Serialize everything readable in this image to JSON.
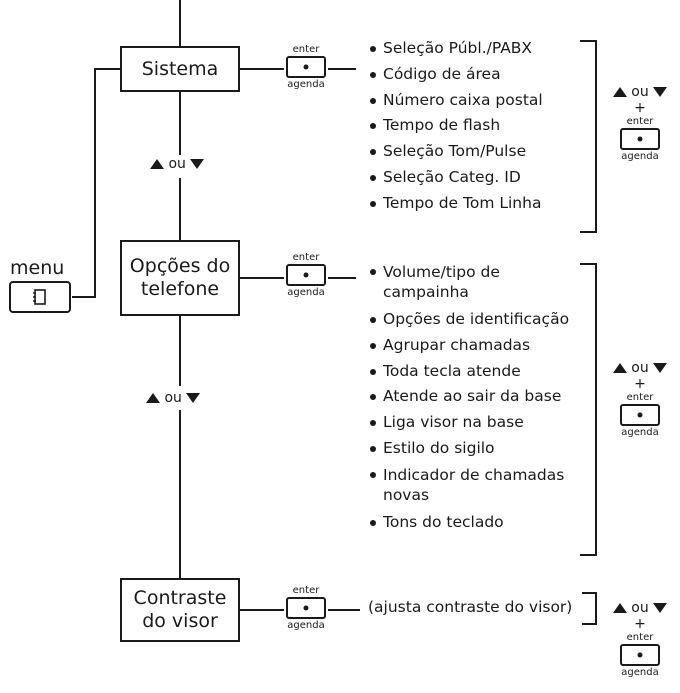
{
  "menu_button": {
    "label": "menu",
    "icon": "phonebook-icon"
  },
  "enter_key": {
    "top": "enter",
    "bottom": "agenda"
  },
  "nav": {
    "up_icon": "up-triangle-icon",
    "down_icon": "down-triangle-icon",
    "ou": "ou",
    "plus": "+"
  },
  "menus": [
    {
      "title": "Sistema",
      "items": [
        "Seleção Públ./PABX",
        "Código de área",
        "Número caixa postal",
        "Tempo de flash",
        "Seleção Tom/Pulse",
        "Seleção Categ. ID",
        "Tempo de Tom Linha"
      ]
    },
    {
      "title_line1": "Opções do",
      "title_line2": "telefone",
      "items": [
        "Volume/tipo de campainha",
        "Opções de identificação",
        "Agrupar chamadas",
        "Toda tecla atende",
        "Atende ao sair da base",
        "Liga visor na base",
        "Estilo do sigilo",
        "Indicador de chamadas novas",
        "Tons do teclado"
      ]
    },
    {
      "title_line1": "Contraste",
      "title_line2": "do visor",
      "items": [
        "(ajusta contraste do visor)"
      ]
    }
  ]
}
